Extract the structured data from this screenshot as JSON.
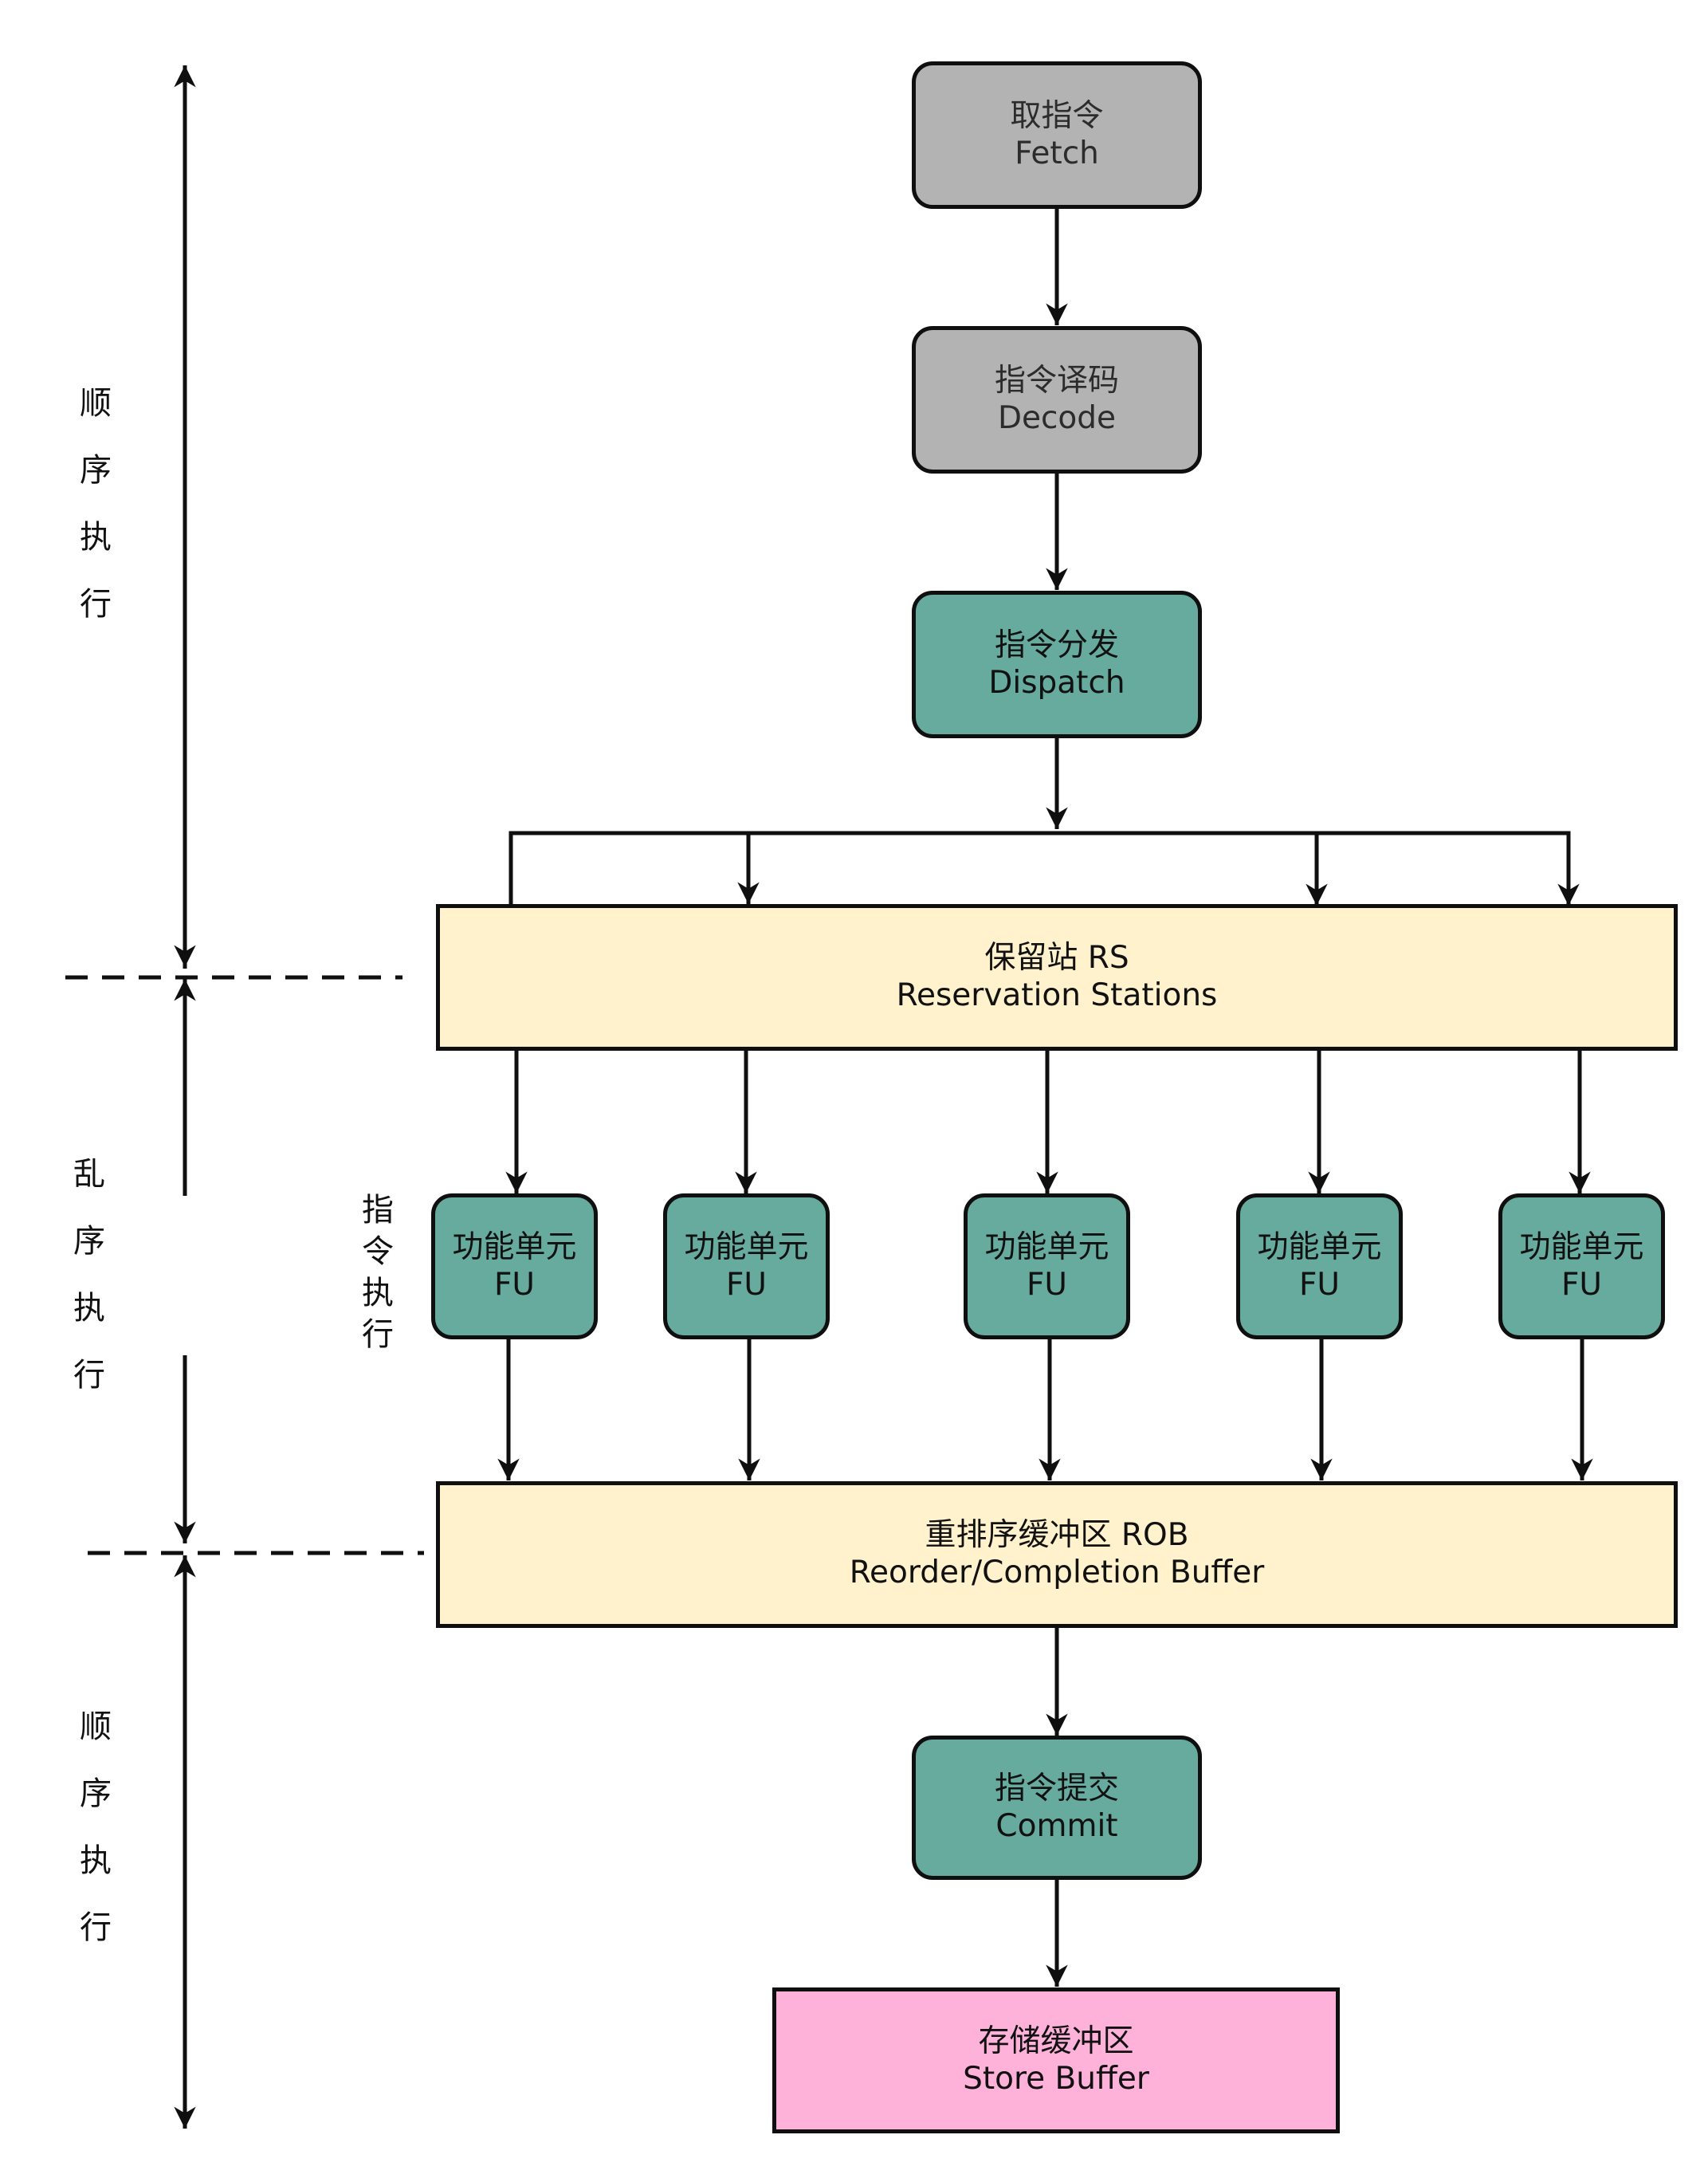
{
  "colors": {
    "gray": "#b3b3b3",
    "teal": "#67ab9f",
    "cream": "#fff2cc",
    "pink": "#ffb2d9",
    "stroke": "#0f0f0f"
  },
  "nodes": {
    "fetch": {
      "zh": "取指令",
      "en": "Fetch"
    },
    "decode": {
      "zh": "指令译码",
      "en": "Decode"
    },
    "dispatch": {
      "zh": "指令分发",
      "en": "Dispatch"
    },
    "rs": {
      "zh": "保留站 RS",
      "en": "Reservation Stations"
    },
    "fu": [
      {
        "zh": "功能单元",
        "en": "FU"
      },
      {
        "zh": "功能单元",
        "en": "FU"
      },
      {
        "zh": "功能单元",
        "en": "FU"
      },
      {
        "zh": "功能单元",
        "en": "FU"
      },
      {
        "zh": "功能单元",
        "en": "FU"
      }
    ],
    "rob": {
      "zh": "重排序缓冲区 ROB",
      "en": "Reorder/Completion Buffer"
    },
    "commit": {
      "zh": "指令提交",
      "en": "Commit"
    },
    "store": {
      "zh": "存储缓冲区",
      "en": "Store Buffer"
    }
  },
  "stage_labels": {
    "in_order_top": [
      "顺",
      "序",
      "执",
      "行"
    ],
    "out_of_order": [
      "乱",
      "序",
      "执",
      "行"
    ],
    "in_order_bottom": [
      "顺",
      "序",
      "执",
      "行"
    ],
    "instruction_execute": [
      "指",
      "令",
      "执",
      "行"
    ]
  }
}
